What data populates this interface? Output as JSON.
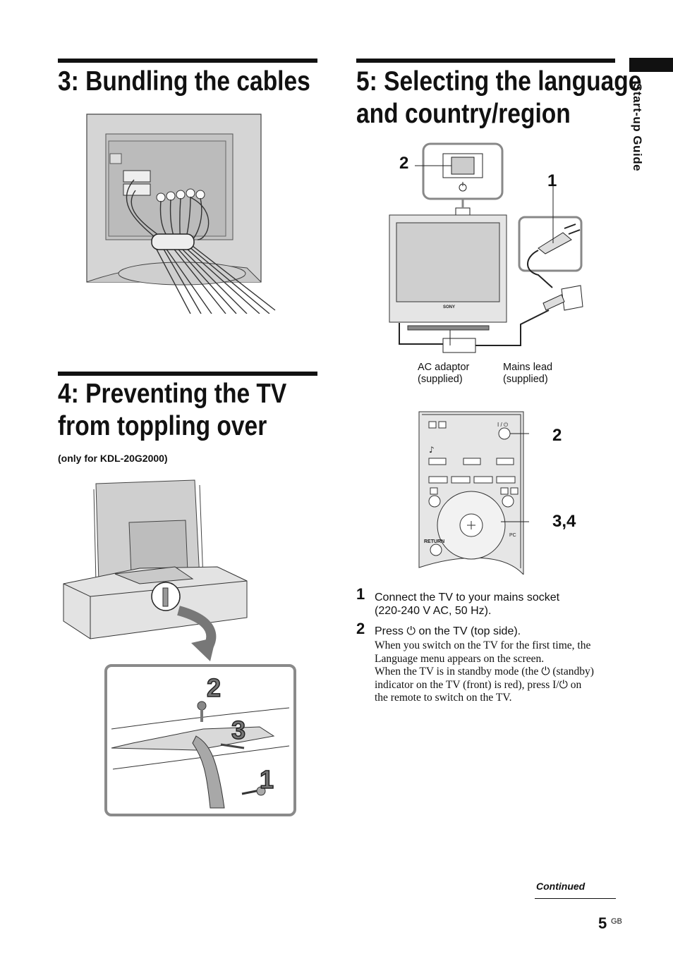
{
  "sections": {
    "s3": {
      "title": "3: Bundling the cables"
    },
    "s4": {
      "title_line1": "4: Preventing the TV",
      "title_line2": "from toppling over",
      "note": "(only for KDL-20G2000)"
    },
    "s5": {
      "title_line1": "5: Selecting the language",
      "title_line2": "and country/region"
    }
  },
  "side_tab": {
    "label": "Start-up Guide"
  },
  "figure_s4": {
    "callouts": [
      "2",
      "3",
      "1"
    ]
  },
  "figure_s5": {
    "callout_2": "2",
    "callout_1": "1",
    "ac_adaptor": [
      "AC adaptor",
      "(supplied)"
    ],
    "mains_lead": [
      "Mains lead",
      "(supplied)"
    ],
    "sony_logo": "SONY"
  },
  "remote": {
    "callout_2": "2",
    "callout_34": "3,4",
    "power_label": "I / ⏻",
    "return_label": "RETURN",
    "pc_label": "PC"
  },
  "steps": [
    {
      "num": "1",
      "main_line1": "Connect the TV to your mains socket",
      "main_line2": "(220-240 V AC, 50 Hz)."
    },
    {
      "num": "2",
      "main": "Press ⏻ on the TV (top side).",
      "sub_lines": [
        "When you switch on the TV for the first time, the",
        "Language menu appears on the screen.",
        "When the TV is in standby mode (the ⏻ (standby)",
        "indicator on the TV (front) is red), press I/⏻ on",
        "the remote to switch on the TV."
      ]
    }
  ],
  "footer": {
    "continued": "Continued",
    "page_number": "5",
    "page_suffix": "GB"
  },
  "colors": {
    "text": "#111111",
    "line": "#222222",
    "panel_fill": "#d9d9d9",
    "frame_border": "#8a8a8a"
  }
}
